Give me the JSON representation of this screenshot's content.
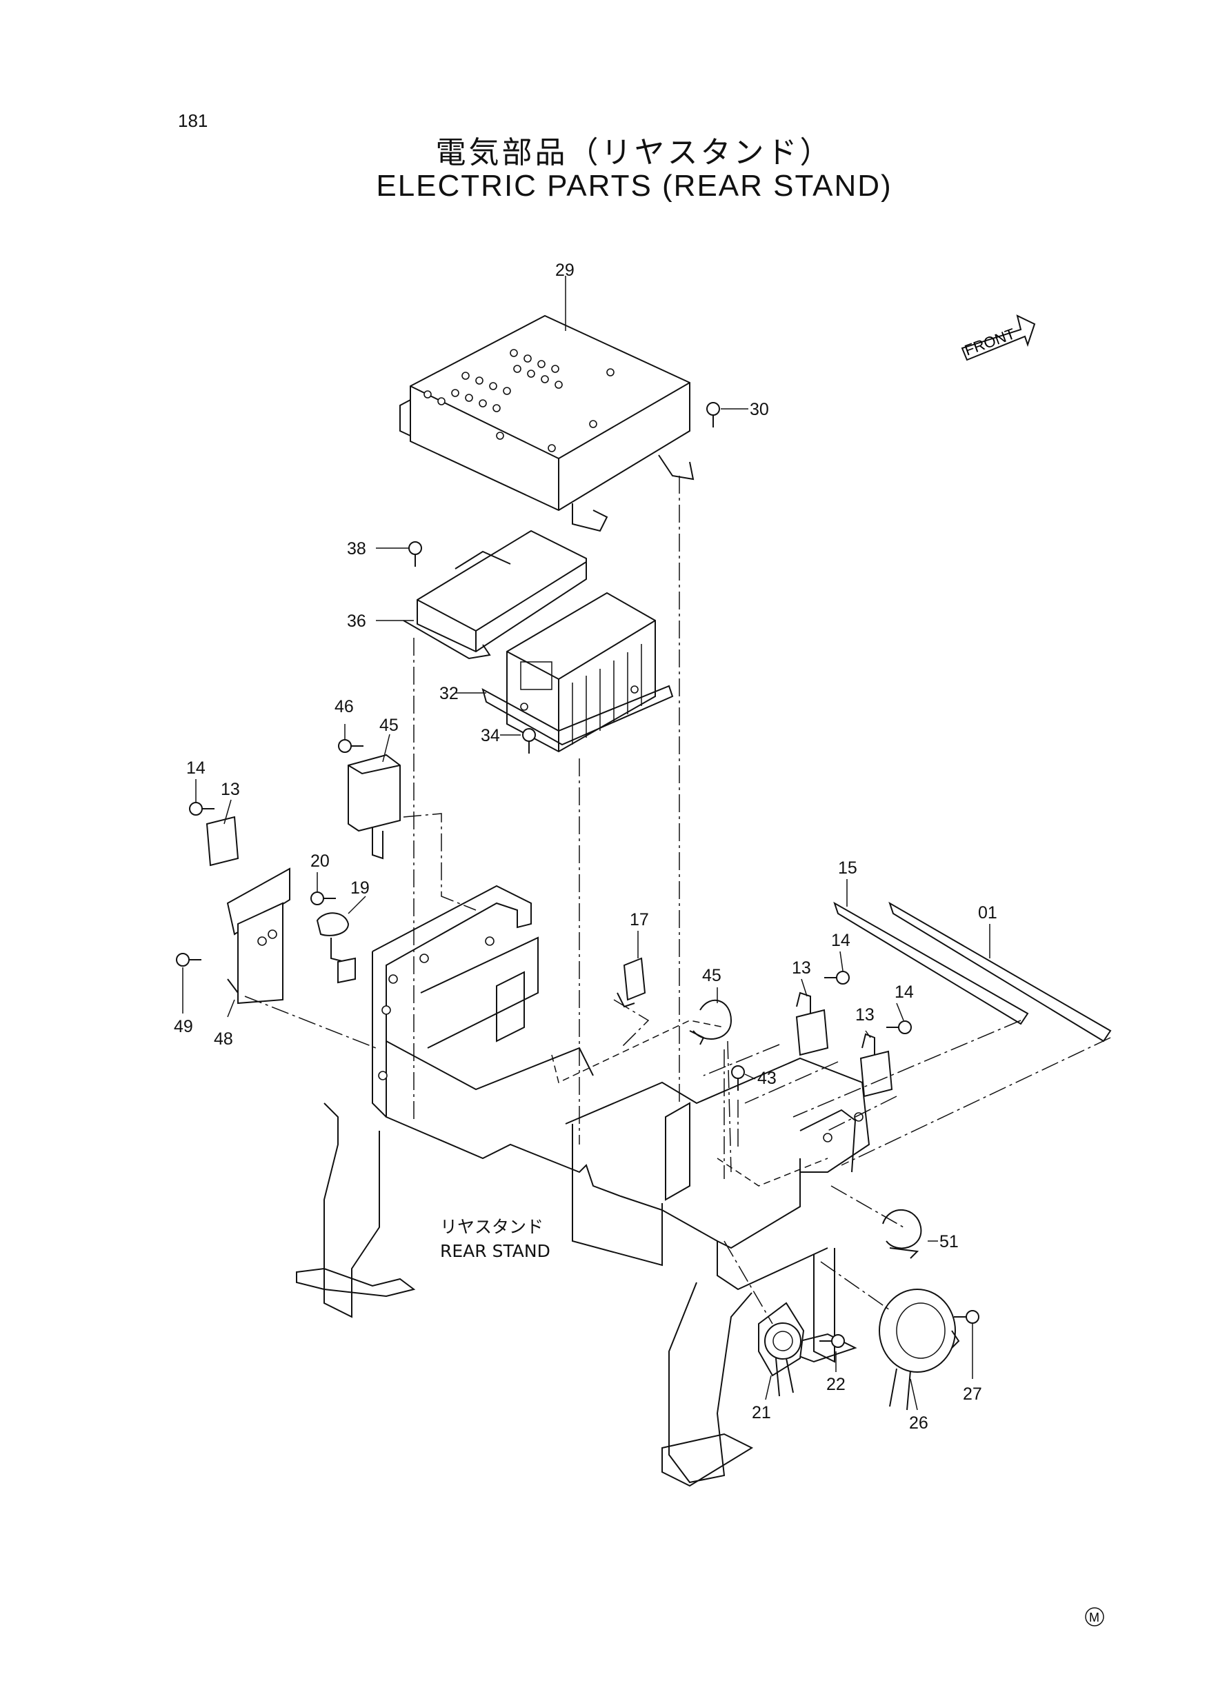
{
  "page_number": "181",
  "title_jp": "電気部品（リヤスタンド）",
  "title_en": "ELECTRIC PARTS (REAR STAND)",
  "front_label": "FRONT",
  "area_label_jp": "リヤスタンド",
  "area_label_en": "REAR STAND",
  "corner_mark": "M",
  "callouts": [
    "29",
    "30",
    "38",
    "36",
    "32",
    "34",
    "46",
    "45",
    "14",
    "13",
    "20",
    "19",
    "49",
    "48",
    "17",
    "45",
    "15",
    "01",
    "14",
    "13",
    "14",
    "13",
    "43",
    "51",
    "22",
    "21",
    "26",
    "27"
  ]
}
